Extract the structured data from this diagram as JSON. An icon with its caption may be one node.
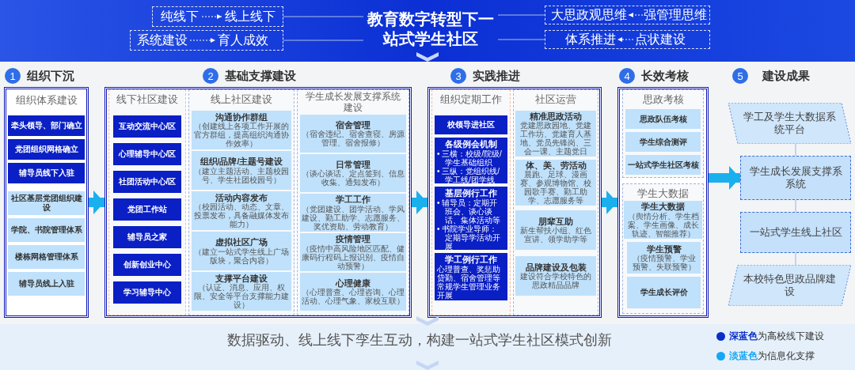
{
  "diagram": {
    "nodes": [
      {
        "text": [
          "教育数字转型下一站式学生社区"
        ]
      },
      {
        "text": [],
        "shape": "box"
      },
      {
        "text": [
          "纯线下"
        ],
        "in": 1
      },
      {
        "text": [
          "线上线下"
        ],
        "in": 1
      },
      {
        "text": [],
        "shape": "box"
      },
      {
        "text": [
          "系统建设"
        ],
        "in": 4
      },
      {
        "text": [
          "育人成效"
        ],
        "in": 4
      },
      {
        "text": [],
        "shape": "box"
      },
      {
        "text": [
          "大思政观思维"
        ],
        "in": 7
      },
      {
        "text": [
          "强管理思维"
        ],
        "in": 7
      },
      {
        "text": [],
        "shape": "box"
      },
      {
        "text": [
          "体系推进"
        ],
        "in": 10
      },
      {
        "text": [
          "点状建设"
        ],
        "in": 10
      },
      {
        "text": [
          "组织体系建设"
        ]
      },
      {
        "text": [
          "牵头领导、部门确立"
        ],
        "in": 13
      },
      {
        "text": [
          "党团组织网格确立"
        ],
        "in": 13
      },
      {
        "text": [
          "辅导员线下入驻"
        ],
        "in": 13
      },
      {
        "text": [
          "社区基层党团组织建设"
        ],
        "in": 13
      },
      {
        "text": [
          "学院、书院管理体系"
        ],
        "in": 13
      },
      {
        "text": [
          "楼栋网格管理体系"
        ],
        "in": 13
      },
      {
        "text": [
          "辅导员线上入驻"
        ],
        "in": 13
      },
      {
        "text": [],
        "shape": "box"
      },
      {
        "text": [
          "线下社区建设"
        ],
        "in": 21
      },
      {
        "text": [
          "互动交流中心/区"
        ],
        "in": 22
      },
      {
        "text": [
          "心理辅导中心/区"
        ],
        "in": 22
      },
      {
        "text": [
          "社团活动中心/区"
        ],
        "in": 22
      },
      {
        "text": [
          "党团工作站"
        ],
        "in": 22
      },
      {
        "text": [
          "辅导员之家"
        ],
        "in": 22
      },
      {
        "text": [
          "创新创业中心"
        ],
        "in": 22
      },
      {
        "text": [
          "学习辅导中心"
        ],
        "in": 22
      },
      {
        "text": [
          "线上社区建设"
        ],
        "in": 21
      },
      {
        "text": [
          "沟通协作群组",
          "（创建线上各项工作开展的官方群组，提高组织沟通协作效率）"
        ],
        "in": 30
      },
      {
        "text": [
          "组织/品牌/主题号建设",
          "（建立主题活动、主题校园号、学生社团校园号）"
        ],
        "in": 30
      },
      {
        "text": [
          "活动内容发布",
          "（校园活动、动态、文章、投票发布，具备融媒体发布能力）"
        ],
        "in": 30
      },
      {
        "text": [
          "虚拟社区广场",
          "（建立一站式学生线上广场版块，聚合内容）"
        ],
        "in": 30
      },
      {
        "text": [
          "支撑平台建设",
          "（认证、消息、应用、权限、安全等平台支撑能力建设）"
        ],
        "in": 30
      },
      {
        "text": [
          "学生成长发展支撑系统建设"
        ],
        "in": 21
      },
      {
        "text": [
          "宿舍管理",
          "（宿舍违纪、宿舍查寝、房源管理、宿舍报修）"
        ],
        "in": 36
      },
      {
        "text": [
          "日常管理",
          "（谈心谈话、定点签到、信息收集、通知发布）"
        ],
        "in": 36
      },
      {
        "text": [
          "学工工作",
          "（党团建设、团学活动、学风建设、勤工助学、志愿服务、奖优资助、劳动教育）"
        ],
        "in": 36
      },
      {
        "text": [
          "疫情管理",
          "（疫情中高风险地区匹配、健康码行程码上报识别、疫情自动预警）"
        ],
        "in": 36
      },
      {
        "text": [
          "心理健康",
          "（心理普查、心理咨询、心理活动、心理气象、家校互联）"
        ],
        "in": 36
      },
      {
        "text": [],
        "shape": "box"
      },
      {
        "text": [
          "组织定期工作"
        ],
        "in": 42
      },
      {
        "text": [
          "校领导进社区"
        ],
        "in": 43
      },
      {
        "text": [
          "各级例会机制",
          "• 三横：校级/院级/学生基础组织",
          "• 三纵：党组织线/学工线/团学线"
        ],
        "in": 43
      },
      {
        "text": [
          "基层例行工作",
          "• 辅导员：定期开班会、谈心谈话、集体活动等",
          "• 书院学业导师：定期导学活动开展"
        ],
        "in": 43
      },
      {
        "text": [
          "学工例行工作",
          "心理普查、奖惩助贷勤、宿舍管理等常规学生管理业务开展"
        ],
        "in": 43
      },
      {
        "text": [
          "社区运营"
        ],
        "in": 42
      },
      {
        "text": [
          "精准思政活动",
          "党建思政园地、党建工作坊、党建育人基地、党员先锋岗、三会一课、主题党日"
        ],
        "in": 48
      },
      {
        "text": [
          "体、美、劳活动",
          "晨跑、足球、漫画赛、参观博物馆、校园歌手赛、勤工助学、志愿服务等"
        ],
        "in": 48
      },
      {
        "text": [
          "朋辈互助",
          "新生帮扶小组、红色宣讲、领学助学等"
        ],
        "in": 48
      },
      {
        "text": [
          "品牌建设及包装",
          "建设符合学校特色的思政精品品牌"
        ],
        "in": 48
      },
      {
        "text": [],
        "shape": "box"
      },
      {
        "text": [
          "思政考核"
        ],
        "in": 53
      },
      {
        "text": [
          "思政队伍考核"
        ],
        "in": 54
      },
      {
        "text": [
          "学生综合测评"
        ],
        "in": 54
      },
      {
        "text": [
          "一站式学生社区考核"
        ],
        "in": 54
      },
      {
        "text": [
          "学生大数据"
        ],
        "in": 53
      },
      {
        "text": [
          "学生大数据",
          "（舆情分析、学生档案、学生画像、成长轨迹、智能推荐）"
        ],
        "in": 58
      },
      {
        "text": [
          "学生预警",
          "（疫情预警、学业预警、失联预警）"
        ],
        "in": 58
      },
      {
        "text": [
          "学生成长评价"
        ],
        "in": 58
      },
      {
        "text": [
          "学工及学生大数据系统平台"
        ]
      },
      {
        "text": [
          "学生成长发展支撑系系统"
        ]
      },
      {
        "text": [
          "一站式学生线上社区"
        ]
      },
      {
        "text": [
          "本校特色思政品牌建设"
        ]
      },
      {
        "text": [
          "数据驱动、线上线下孪生互动，构建一站式学生社区模式创新"
        ]
      }
    ],
    "edges": [
      {
        "from": 2,
        "to": 3,
        "arrow": "to",
        "style": "dashed",
        "color": "#ffffff"
      },
      {
        "from": 5,
        "to": 6,
        "arrow": "to",
        "style": "dashed",
        "color": "#ffffff"
      },
      {
        "from": 9,
        "to": 8,
        "arrow": "to",
        "style": "dashed",
        "color": "#ffffff"
      },
      {
        "from": 12,
        "to": 11,
        "arrow": "to",
        "style": "dashed",
        "color": "#ffffff"
      },
      {
        "from": 1,
        "to": 0,
        "arrow": "none"
      },
      {
        "from": 4,
        "to": 0,
        "arrow": "none"
      },
      {
        "from": 7,
        "to": 0,
        "arrow": "none"
      },
      {
        "from": 10,
        "to": 0,
        "arrow": "none"
      },
      {
        "from": 13,
        "to": 21,
        "arrow": "to",
        "style": "thick",
        "color": "#1ab0ee"
      },
      {
        "from": 21,
        "to": 42,
        "arrow": "to",
        "style": "thick",
        "color": "#1ab0ee"
      },
      {
        "from": 42,
        "to": 53,
        "arrow": "to",
        "style": "thick",
        "color": "#1ab0ee"
      },
      {
        "from": 53,
        "to": 63,
        "arrow": "to",
        "style": "thick",
        "color": "#1ab0ee"
      },
      {
        "from": 62,
        "to": 63,
        "arrow": "none"
      },
      {
        "from": 63,
        "to": 64,
        "arrow": "none"
      },
      {
        "from": 64,
        "to": 65,
        "arrow": "none"
      }
    ],
    "labels": [
      "1",
      "组织下沉",
      "2",
      "基础支撑建设",
      "3",
      "实践推进",
      "4",
      "长效考核",
      "5",
      "建设成果"
    ],
    "legend": [
      {
        "text": "**深蓝色**为高校线下建设",
        "color": "#0a2fc8"
      },
      {
        "text": "**淡蓝色**为信息化支撑",
        "color": "#16a6f5"
      }
    ]
  }
}
